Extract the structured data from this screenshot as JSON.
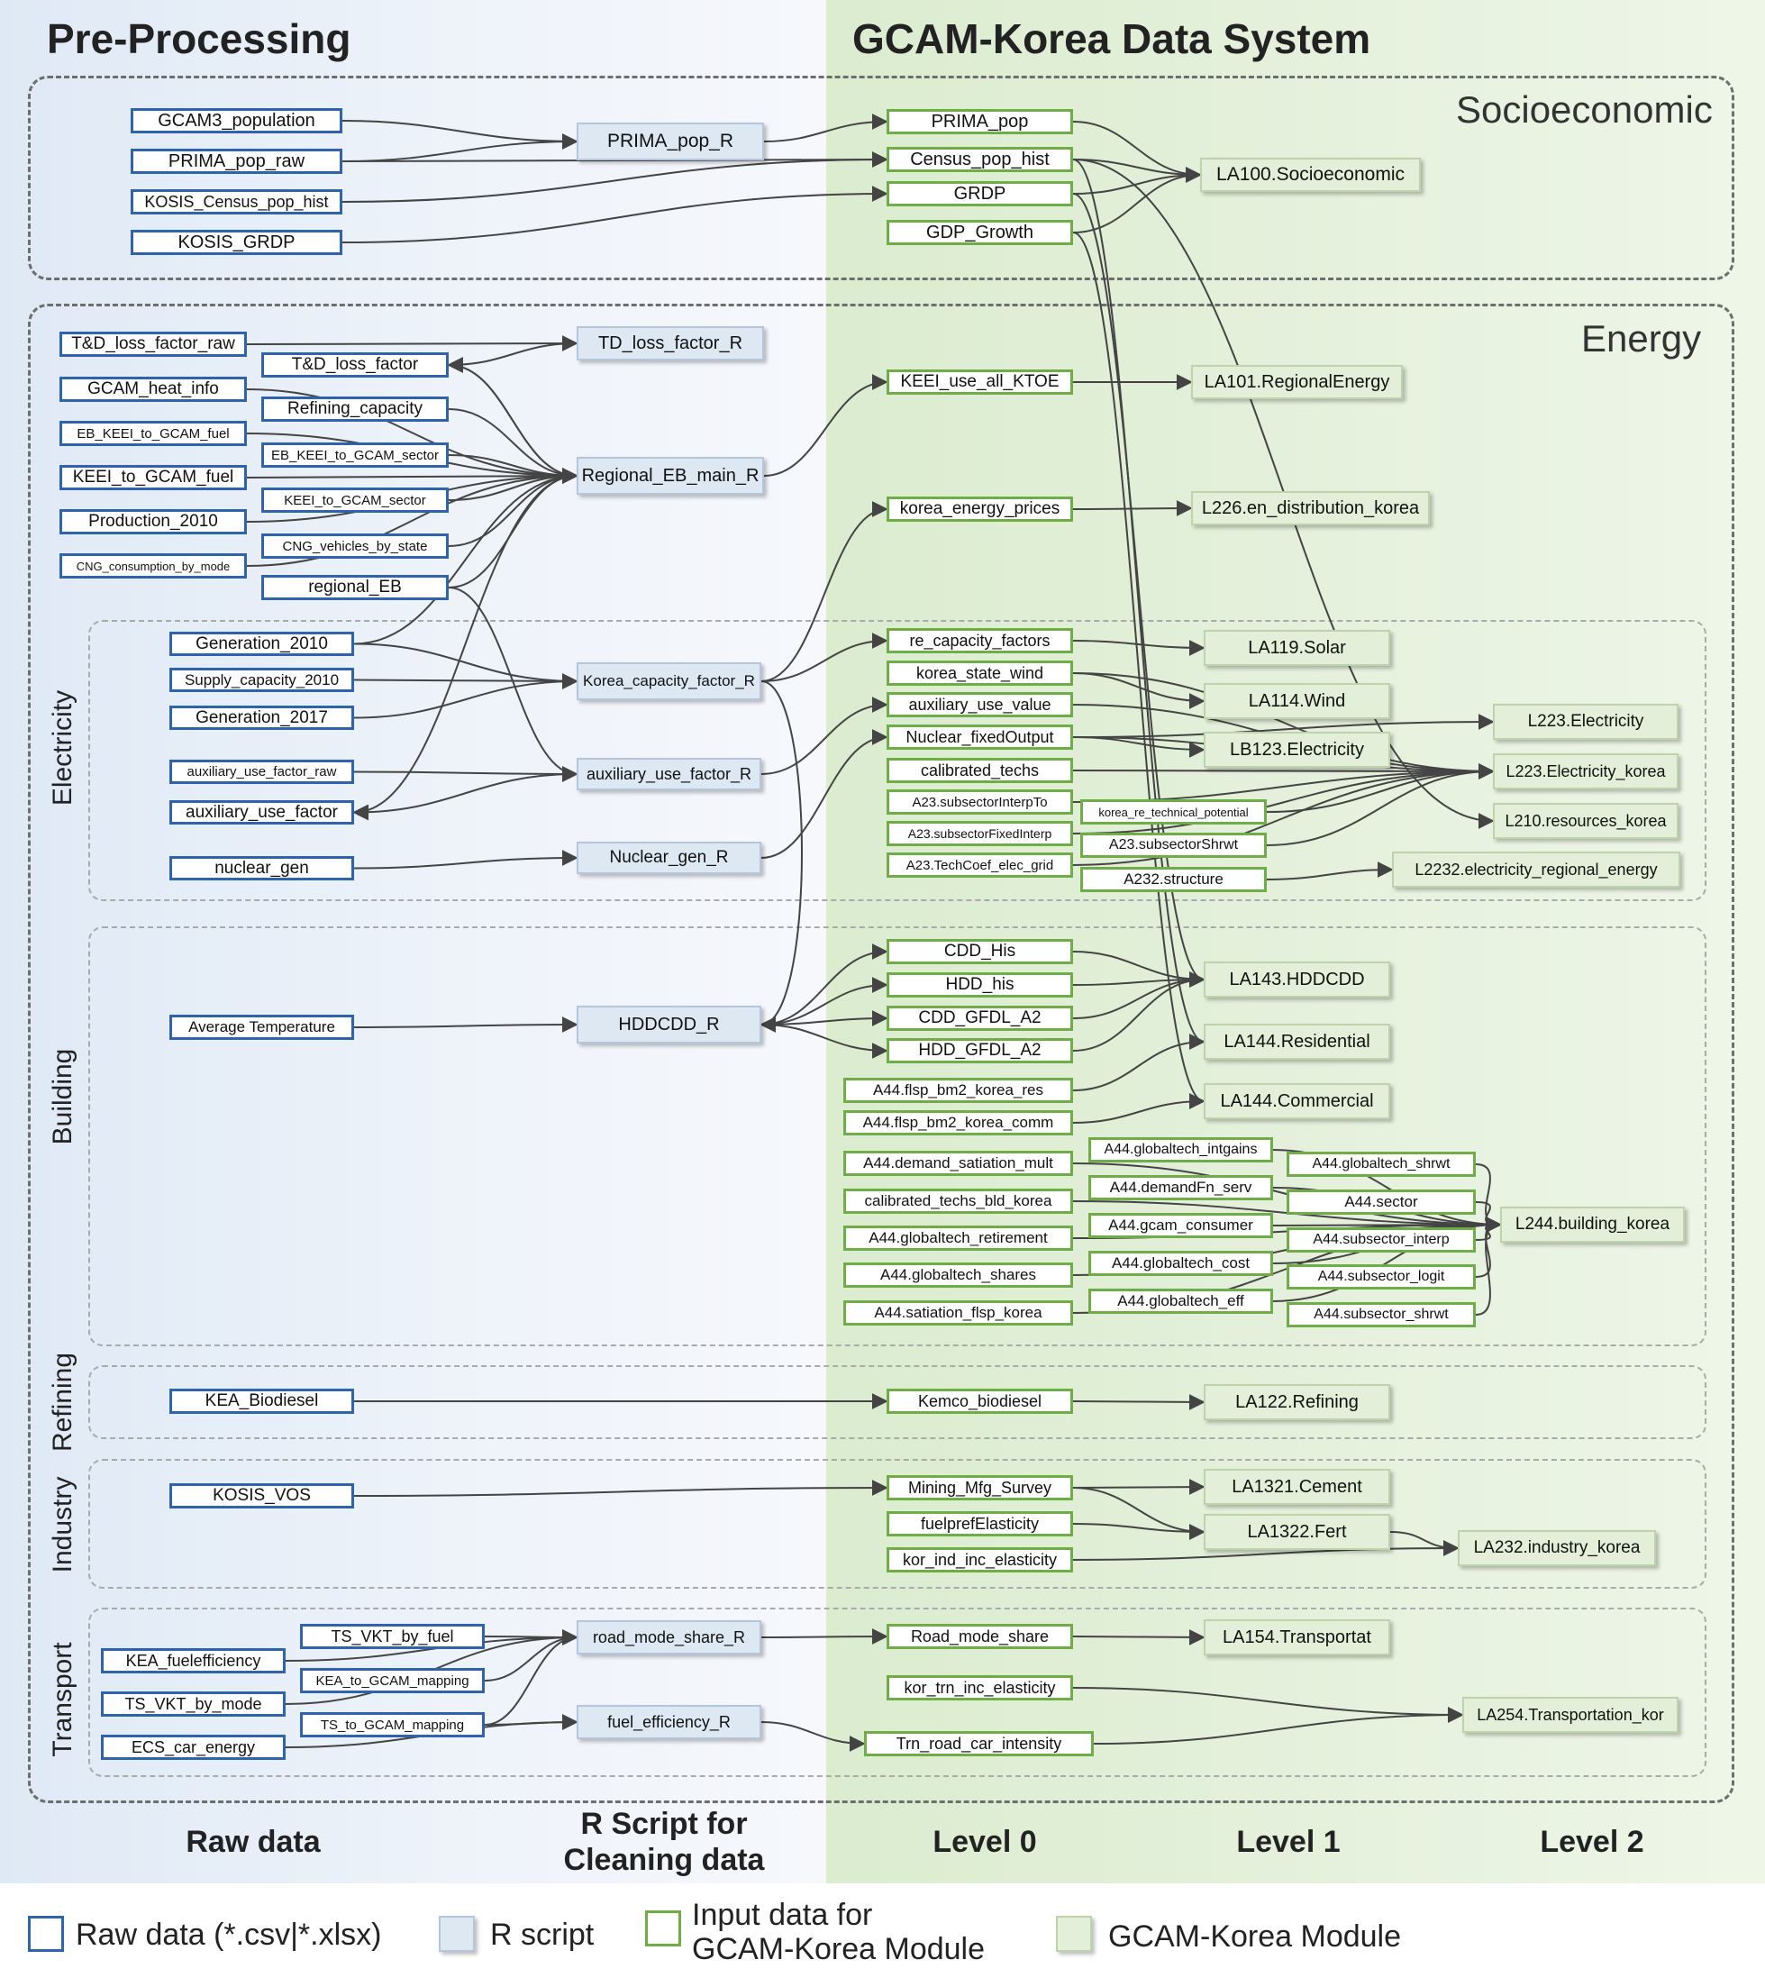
{
  "titles": {
    "left": "Pre-Processing",
    "right": "GCAM-Korea Data System"
  },
  "regions": {
    "socio": "Socioeconomic",
    "energy": "Energy"
  },
  "sections": {
    "electricity": "Electricity",
    "building": "Building",
    "refining": "Refining",
    "industry": "Industry",
    "transport": "Transport"
  },
  "columns": {
    "raw": "Raw data",
    "rscript": "R Script for\nCleaning data",
    "l0": "Level 0",
    "l1": "Level 1",
    "l2": "Level 2"
  },
  "legend": {
    "raw": "Raw data (*.csv|*.xlsx)",
    "rs": "R script",
    "inp": "Input data for\nGCAM-Korea Module",
    "mod": "GCAM-Korea Module"
  },
  "colors": {
    "raw_border": "#2f63ad",
    "rscript_fill": "#dde8f3",
    "input_border": "#6fae46",
    "module_fill": "#e3efd8",
    "edge": "#444444"
  },
  "nodes": [
    {
      "id": "gcam3_pop",
      "label": "GCAM3_population",
      "type": "raw"
    },
    {
      "id": "prima_pop_raw",
      "label": "PRIMA_pop_raw",
      "type": "raw"
    },
    {
      "id": "kosis_census",
      "label": "KOSIS_Census_pop_hist",
      "type": "raw"
    },
    {
      "id": "kosis_grdp",
      "label": "KOSIS_GRDP",
      "type": "raw"
    },
    {
      "id": "prima_pop_r",
      "label": "PRIMA_pop_R",
      "type": "rscript"
    },
    {
      "id": "prima_pop",
      "label": "PRIMA_pop",
      "type": "input"
    },
    {
      "id": "census_pop_hist",
      "label": "Census_pop_hist",
      "type": "input"
    },
    {
      "id": "grdp",
      "label": "GRDP",
      "type": "input"
    },
    {
      "id": "gdp_growth",
      "label": "GDP_Growth",
      "type": "input"
    },
    {
      "id": "la100",
      "label": "LA100.Socioeconomic",
      "type": "module"
    },
    {
      "id": "td_loss_raw",
      "label": "T&D_loss_factor_raw",
      "type": "raw"
    },
    {
      "id": "td_loss",
      "label": "T&D_loss_factor",
      "type": "raw"
    },
    {
      "id": "gcam_heat",
      "label": "GCAM_heat_info",
      "type": "raw"
    },
    {
      "id": "refining_cap",
      "label": "Refining_capacity",
      "type": "raw"
    },
    {
      "id": "eb_fuel",
      "label": "EB_KEEI_to_GCAM_fuel",
      "type": "raw"
    },
    {
      "id": "eb_sector",
      "label": "EB_KEEI_to_GCAM_sector",
      "type": "raw"
    },
    {
      "id": "keei_fuel",
      "label": "KEEI_to_GCAM_fuel",
      "type": "raw"
    },
    {
      "id": "keei_sector",
      "label": "KEEI_to_GCAM_sector",
      "type": "raw"
    },
    {
      "id": "prod2010",
      "label": "Production_2010",
      "type": "raw"
    },
    {
      "id": "cng_state",
      "label": "CNG_vehicles_by_state",
      "type": "raw"
    },
    {
      "id": "cng_mode",
      "label": "CNG_consumption_by_mode",
      "type": "raw"
    },
    {
      "id": "regional_eb",
      "label": "regional_EB",
      "type": "raw"
    },
    {
      "id": "td_loss_r",
      "label": "TD_loss_factor_R",
      "type": "rscript"
    },
    {
      "id": "regional_eb_r",
      "label": "Regional_EB_main_R",
      "type": "rscript"
    },
    {
      "id": "keei_use",
      "label": "KEEI_use_all_KTOE",
      "type": "input"
    },
    {
      "id": "korea_prices",
      "label": "korea_energy_prices",
      "type": "input"
    },
    {
      "id": "la101",
      "label": "LA101.RegionalEnergy",
      "type": "module"
    },
    {
      "id": "l226",
      "label": "L226.en_distribution_korea",
      "type": "module"
    },
    {
      "id": "gen2010",
      "label": "Generation_2010",
      "type": "raw"
    },
    {
      "id": "supply2010",
      "label": "Supply_capacity_2010",
      "type": "raw"
    },
    {
      "id": "gen2017",
      "label": "Generation_2017",
      "type": "raw"
    },
    {
      "id": "aux_raw",
      "label": "auxiliary_use_factor_raw",
      "type": "raw"
    },
    {
      "id": "aux_factor",
      "label": "auxiliary_use_factor",
      "type": "raw"
    },
    {
      "id": "nuclear_gen",
      "label": "nuclear_gen",
      "type": "raw"
    },
    {
      "id": "korea_cf_r",
      "label": "Korea_capacity_factor_R",
      "type": "rscript"
    },
    {
      "id": "aux_r",
      "label": "auxiliary_use_factor_R",
      "type": "rscript"
    },
    {
      "id": "nuclear_r",
      "label": "Nuclear_gen_R",
      "type": "rscript"
    },
    {
      "id": "re_cf",
      "label": "re_capacity_factors",
      "type": "input"
    },
    {
      "id": "state_wind",
      "label": "korea_state_wind",
      "type": "input"
    },
    {
      "id": "aux_value",
      "label": "auxiliary_use_value",
      "type": "input"
    },
    {
      "id": "nuc_fixed",
      "label": "Nuclear_fixedOutput",
      "type": "input"
    },
    {
      "id": "calib_techs",
      "label": "calibrated_techs",
      "type": "input"
    },
    {
      "id": "a23_interp",
      "label": "A23.subsectorInterpTo",
      "type": "input"
    },
    {
      "id": "a23_fixed",
      "label": "A23.subsectorFixedInterp",
      "type": "input"
    },
    {
      "id": "a23_techcoef",
      "label": "A23.TechCoef_elec_grid",
      "type": "input"
    },
    {
      "id": "korea_re_tech",
      "label": "korea_re_technical_potential",
      "type": "input"
    },
    {
      "id": "a23_shrwt",
      "label": "A23.subsectorShrwt",
      "type": "input"
    },
    {
      "id": "a232_struct",
      "label": "A232.structure",
      "type": "input"
    },
    {
      "id": "la119",
      "label": "LA119.Solar",
      "type": "module"
    },
    {
      "id": "la114",
      "label": "LA114.Wind",
      "type": "module"
    },
    {
      "id": "lb123",
      "label": "LB123.Electricity",
      "type": "module"
    },
    {
      "id": "l223",
      "label": "L223.Electricity",
      "type": "module"
    },
    {
      "id": "l223k",
      "label": "L223.Electricity_korea",
      "type": "module"
    },
    {
      "id": "l210",
      "label": "L210.resources_korea",
      "type": "module"
    },
    {
      "id": "l2232",
      "label": "L2232.electricity_regional_energy",
      "type": "module"
    },
    {
      "id": "avg_temp",
      "label": "Average Temperature",
      "type": "raw"
    },
    {
      "id": "hddcdd_r",
      "label": "HDDCDD_R",
      "type": "rscript"
    },
    {
      "id": "cdd_his",
      "label": "CDD_His",
      "type": "input"
    },
    {
      "id": "hdd_his",
      "label": "HDD_his",
      "type": "input"
    },
    {
      "id": "cdd_gfdl",
      "label": "CDD_GFDL_A2",
      "type": "input"
    },
    {
      "id": "hdd_gfdl",
      "label": "HDD_GFDL_A2",
      "type": "input"
    },
    {
      "id": "a44_flsp_res",
      "label": "A44.flsp_bm2_korea_res",
      "type": "input"
    },
    {
      "id": "a44_flsp_comm",
      "label": "A44.flsp_bm2_korea_comm",
      "type": "input"
    },
    {
      "id": "a44_dsm",
      "label": "A44.demand_satiation_mult",
      "type": "input"
    },
    {
      "id": "calib_bld",
      "label": "calibrated_techs_bld_korea",
      "type": "input"
    },
    {
      "id": "a44_gt_ret",
      "label": "A44.globaltech_retirement",
      "type": "input"
    },
    {
      "id": "a44_gt_shares",
      "label": "A44.globaltech_shares",
      "type": "input"
    },
    {
      "id": "a44_sat_flsp",
      "label": "A44.satiation_flsp_korea",
      "type": "input"
    },
    {
      "id": "a44_gt_intgains",
      "label": "A44.globaltech_intgains",
      "type": "input"
    },
    {
      "id": "a44_dfn_serv",
      "label": "A44.demandFn_serv",
      "type": "input"
    },
    {
      "id": "a44_gcam_cons",
      "label": "A44.gcam_consumer",
      "type": "input"
    },
    {
      "id": "a44_gt_cost",
      "label": "A44.globaltech_cost",
      "type": "input"
    },
    {
      "id": "a44_gt_eff",
      "label": "A44.globaltech_eff",
      "type": "input"
    },
    {
      "id": "a44_gt_shrwt",
      "label": "A44.globaltech_shrwt",
      "type": "input"
    },
    {
      "id": "a44_sector",
      "label": "A44.sector",
      "type": "input"
    },
    {
      "id": "a44_ss_interp",
      "label": "A44.subsector_interp",
      "type": "input"
    },
    {
      "id": "a44_ss_logit",
      "label": "A44.subsector_logit",
      "type": "input"
    },
    {
      "id": "a44_ss_shrwt",
      "label": "A44.subsector_shrwt",
      "type": "input"
    },
    {
      "id": "la143",
      "label": "LA143.HDDCDD",
      "type": "module"
    },
    {
      "id": "la144r",
      "label": "LA144.Residential",
      "type": "module"
    },
    {
      "id": "la144c",
      "label": "LA144.Commercial",
      "type": "module"
    },
    {
      "id": "l244",
      "label": "L244.building_korea",
      "type": "module"
    },
    {
      "id": "kea_bio",
      "label": "KEA_Biodiesel",
      "type": "raw"
    },
    {
      "id": "kemco_bio",
      "label": "Kemco_biodiesel",
      "type": "input"
    },
    {
      "id": "la122",
      "label": "LA122.Refining",
      "type": "module"
    },
    {
      "id": "kosis_vos",
      "label": "KOSIS_VOS",
      "type": "raw"
    },
    {
      "id": "mining",
      "label": "Mining_Mfg_Survey",
      "type": "input"
    },
    {
      "id": "fuelpref",
      "label": "fuelprefElasticity",
      "type": "input"
    },
    {
      "id": "kor_ind",
      "label": "kor_ind_inc_elasticity",
      "type": "input"
    },
    {
      "id": "la1321",
      "label": "LA1321.Cement",
      "type": "module"
    },
    {
      "id": "la1322",
      "label": "LA1322.Fert",
      "type": "module"
    },
    {
      "id": "la232",
      "label": "LA232.industry_korea",
      "type": "module"
    },
    {
      "id": "ts_vkt_fuel",
      "label": "TS_VKT_by_fuel",
      "type": "raw"
    },
    {
      "id": "kea_fe",
      "label": "KEA_fuelefficiency",
      "type": "raw"
    },
    {
      "id": "kea_map",
      "label": "KEA_to_GCAM_mapping",
      "type": "raw"
    },
    {
      "id": "ts_vkt_mode",
      "label": "TS_VKT_by_mode",
      "type": "raw"
    },
    {
      "id": "ts_map",
      "label": "TS_to_GCAM_mapping",
      "type": "raw"
    },
    {
      "id": "ecs_car",
      "label": "ECS_car_energy",
      "type": "raw"
    },
    {
      "id": "road_r",
      "label": "road_mode_share_R",
      "type": "rscript"
    },
    {
      "id": "fe_r",
      "label": "fuel_efficiency_R",
      "type": "rscript"
    },
    {
      "id": "road_share",
      "label": "Road_mode_share",
      "type": "input"
    },
    {
      "id": "kor_trn",
      "label": "kor_trn_inc_elasticity",
      "type": "input"
    },
    {
      "id": "trn_road",
      "label": "Trn_road_car_intensity",
      "type": "input"
    },
    {
      "id": "la154",
      "label": "LA154.Transportat",
      "type": "module"
    },
    {
      "id": "la254",
      "label": "LA254.Transportation_kor",
      "type": "module"
    }
  ],
  "edges": [
    [
      "gcam3_pop",
      "prima_pop_r"
    ],
    [
      "prima_pop_raw",
      "prima_pop_r"
    ],
    [
      "prima_pop_r",
      "prima_pop"
    ],
    [
      "prima_pop_raw",
      "census_pop_hist"
    ],
    [
      "kosis_census",
      "census_pop_hist"
    ],
    [
      "kosis_grdp",
      "grdp"
    ],
    [
      "prima_pop",
      "la100"
    ],
    [
      "census_pop_hist",
      "la100"
    ],
    [
      "grdp",
      "la100"
    ],
    [
      "gdp_growth",
      "la100"
    ],
    [
      "td_loss_raw",
      "td_loss_r"
    ],
    [
      "td_loss_r",
      "td_loss"
    ],
    [
      "gcam_heat",
      "regional_eb_r"
    ],
    [
      "refining_cap",
      "regional_eb_r"
    ],
    [
      "eb_fuel",
      "regional_eb_r"
    ],
    [
      "eb_sector",
      "regional_eb_r"
    ],
    [
      "keei_fuel",
      "regional_eb_r"
    ],
    [
      "keei_sector",
      "regional_eb_r"
    ],
    [
      "prod2010",
      "regional_eb_r"
    ],
    [
      "cng_state",
      "regional_eb_r"
    ],
    [
      "cng_mode",
      "regional_eb_r"
    ],
    [
      "regional_eb",
      "regional_eb_r"
    ],
    [
      "td_loss",
      "regional_eb_r"
    ],
    [
      "gen2010",
      "regional_eb_r"
    ],
    [
      "regional_eb_r",
      "td_loss"
    ],
    [
      "regional_eb_r",
      "aux_factor"
    ],
    [
      "regional_eb_r",
      "keei_use"
    ],
    [
      "keei_use",
      "la101"
    ],
    [
      "korea_prices",
      "l226"
    ],
    [
      "gen2010",
      "korea_cf_r"
    ],
    [
      "supply2010",
      "korea_cf_r"
    ],
    [
      "gen2017",
      "korea_cf_r"
    ],
    [
      "aux_raw",
      "aux_r"
    ],
    [
      "regional_eb",
      "aux_r"
    ],
    [
      "aux_r",
      "aux_factor"
    ],
    [
      "aux_r",
      "aux_value"
    ],
    [
      "nuclear_gen",
      "nuclear_r"
    ],
    [
      "nuclear_r",
      "nuc_fixed"
    ],
    [
      "korea_cf_r",
      "re_cf"
    ],
    [
      "korea_cf_r",
      "korea_prices"
    ],
    [
      "korea_cf_r",
      "hddcdd_r"
    ],
    [
      "re_cf",
      "la119"
    ],
    [
      "state_wind",
      "la114"
    ],
    [
      "state_wind",
      "l223k"
    ],
    [
      "aux_value",
      "l223k"
    ],
    [
      "nuc_fixed",
      "l223"
    ],
    [
      "nuc_fixed",
      "lb123"
    ],
    [
      "nuc_fixed",
      "l223k"
    ],
    [
      "calib_techs",
      "l223k"
    ],
    [
      "a23_interp",
      "l223k"
    ],
    [
      "a23_fixed",
      "l223k"
    ],
    [
      "a23_techcoef",
      "l223k"
    ],
    [
      "korea_re_tech",
      "l223k"
    ],
    [
      "a23_shrwt",
      "l223k"
    ],
    [
      "a232_struct",
      "l2232"
    ],
    [
      "census_pop_hist",
      "l210"
    ],
    [
      "grdp",
      "la143"
    ],
    [
      "gdp_growth",
      "la144c"
    ],
    [
      "census_pop_hist",
      "la144r"
    ],
    [
      "avg_temp",
      "hddcdd_r"
    ],
    [
      "hddcdd_r",
      "cdd_his"
    ],
    [
      "hddcdd_r",
      "hdd_his"
    ],
    [
      "hddcdd_r",
      "cdd_gfdl"
    ],
    [
      "hddcdd_r",
      "hdd_gfdl"
    ],
    [
      "cdd_his",
      "la143"
    ],
    [
      "hdd_his",
      "la143"
    ],
    [
      "cdd_gfdl",
      "la143"
    ],
    [
      "hdd_gfdl",
      "la143"
    ],
    [
      "a44_flsp_res",
      "la144r"
    ],
    [
      "a44_flsp_comm",
      "la144c"
    ],
    [
      "a44_dsm",
      "l244"
    ],
    [
      "calib_bld",
      "l244"
    ],
    [
      "a44_gt_ret",
      "l244"
    ],
    [
      "a44_gt_shares",
      "l244"
    ],
    [
      "a44_sat_flsp",
      "l244"
    ],
    [
      "a44_gt_intgains",
      "l244"
    ],
    [
      "a44_dfn_serv",
      "l244"
    ],
    [
      "a44_gcam_cons",
      "l244"
    ],
    [
      "a44_gt_cost",
      "l244"
    ],
    [
      "a44_gt_eff",
      "l244"
    ],
    [
      "a44_gt_shrwt",
      "l244"
    ],
    [
      "a44_sector",
      "l244"
    ],
    [
      "a44_ss_interp",
      "l244"
    ],
    [
      "a44_ss_logit",
      "l244"
    ],
    [
      "a44_ss_shrwt",
      "l244"
    ],
    [
      "kea_bio",
      "kemco_bio"
    ],
    [
      "kemco_bio",
      "la122"
    ],
    [
      "kosis_vos",
      "mining"
    ],
    [
      "mining",
      "la1321"
    ],
    [
      "mining",
      "la1322"
    ],
    [
      "fuelpref",
      "la1322"
    ],
    [
      "kor_ind",
      "la232"
    ],
    [
      "la1322",
      "la232"
    ],
    [
      "ts_vkt_fuel",
      "road_r"
    ],
    [
      "kea_fe",
      "road_r"
    ],
    [
      "kea_map",
      "road_r"
    ],
    [
      "ts_vkt_mode",
      "road_r"
    ],
    [
      "ts_map",
      "road_r"
    ],
    [
      "ts_map",
      "fe_r"
    ],
    [
      "ecs_car",
      "fe_r"
    ],
    [
      "road_r",
      "road_share"
    ],
    [
      "fe_r",
      "trn_road"
    ],
    [
      "road_share",
      "la154"
    ],
    [
      "kor_trn",
      "la254"
    ],
    [
      "trn_road",
      "la254"
    ]
  ]
}
